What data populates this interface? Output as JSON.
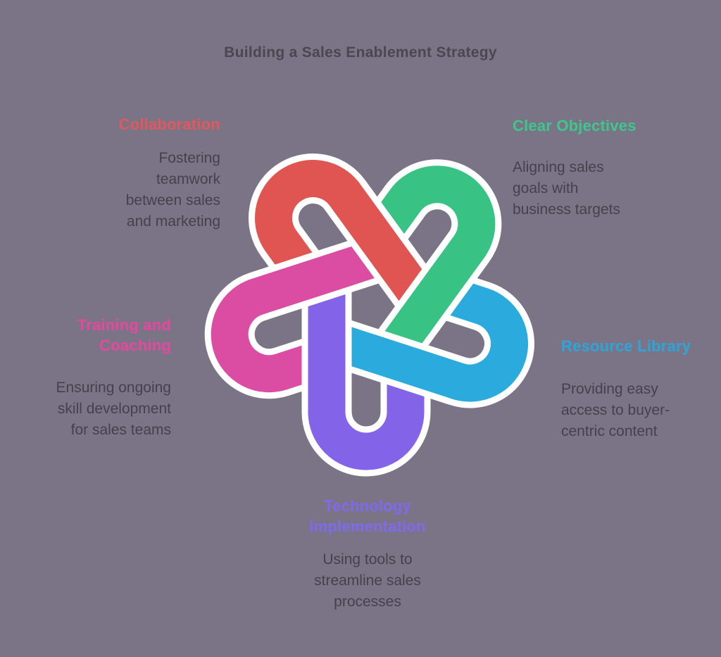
{
  "background_color": "#7b7486",
  "title": {
    "text": "Building a Sales Enablement Strategy",
    "color": "#4b4650"
  },
  "body_text_color": "#45414c",
  "knot": {
    "outline_color": "#ffffff",
    "description": "five interlocking ribbon loops arranged in a pentagonal celtic-knot star"
  },
  "sections": [
    {
      "id": "collaboration",
      "heading_lines": [
        "Collaboration"
      ],
      "heading_color": "#e4575b",
      "shape_color": "#e05551",
      "body_lines": [
        "Fostering",
        "teamwork",
        "between sales",
        "and marketing"
      ]
    },
    {
      "id": "clear-objectives",
      "heading_lines": [
        "Clear Objectives"
      ],
      "heading_color": "#3cc78b",
      "shape_color": "#38c384",
      "body_lines": [
        "Aligning sales",
        "goals with",
        "business targets"
      ]
    },
    {
      "id": "resource-library",
      "heading_lines": [
        "Resource Library"
      ],
      "heading_color": "#2ba6da",
      "shape_color": "#2baadd",
      "body_lines": [
        "Providing easy",
        "access to buyer-",
        "centric content"
      ]
    },
    {
      "id": "technology-implementation",
      "heading_lines": [
        "Technology",
        "Implementation"
      ],
      "heading_color": "#7e6af0",
      "shape_color": "#8364e9",
      "body_lines": [
        "Using tools to",
        "streamline sales",
        "processes"
      ]
    },
    {
      "id": "training-and-coaching",
      "heading_lines": [
        "Training and",
        "Coaching"
      ],
      "heading_color": "#e8479f",
      "shape_color": "#da4da2",
      "body_lines": [
        "Ensuring ongoing",
        "skill development",
        "for sales teams"
      ]
    }
  ]
}
